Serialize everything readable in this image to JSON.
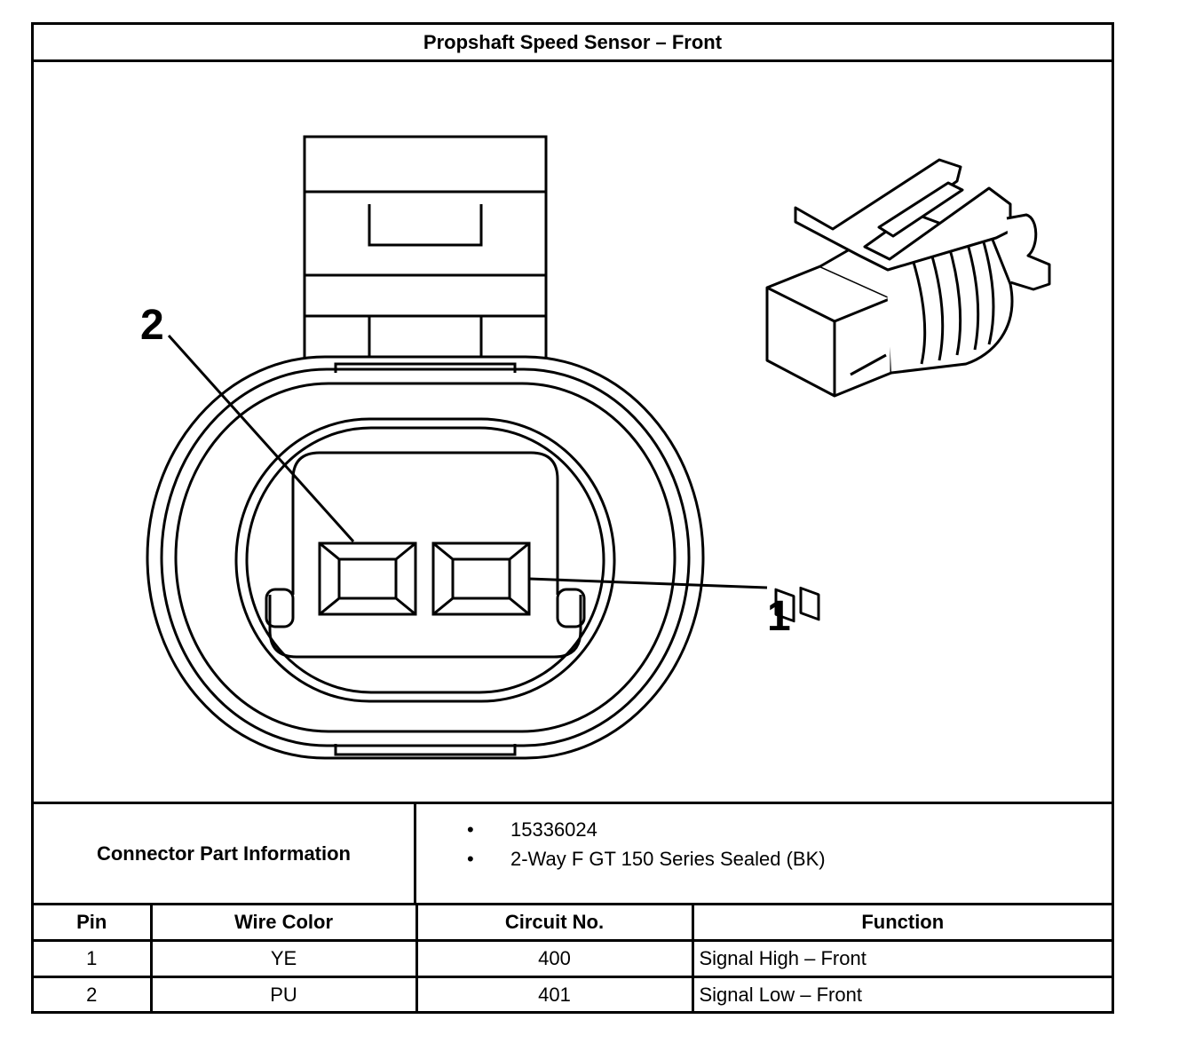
{
  "title": "Propshaft Speed Sensor – Front",
  "figure": {
    "callouts": [
      "2",
      "1"
    ]
  },
  "connector_info": {
    "label": "Connector Part Information",
    "items": [
      "15336024",
      "2-Way F GT 150 Series Sealed (BK)"
    ]
  },
  "pin_table": {
    "headers": [
      "Pin",
      "Wire Color",
      "Circuit No.",
      "Function"
    ],
    "rows": [
      [
        "1",
        "YE",
        "400",
        "Signal High – Front"
      ],
      [
        "2",
        "PU",
        "401",
        "Signal Low – Front"
      ]
    ]
  }
}
